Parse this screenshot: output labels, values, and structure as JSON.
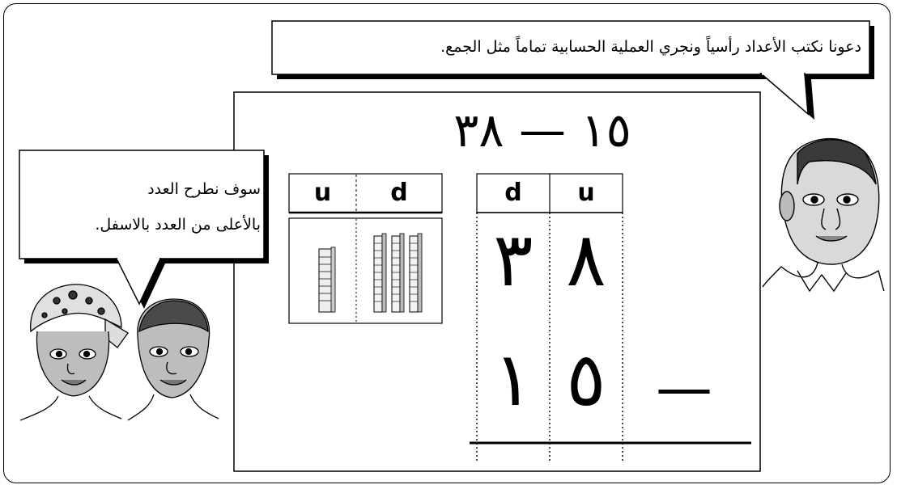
{
  "speech": {
    "teacher": "دعونا نكتب الأعداد رأسياً ونجري العملية الحسابية تماماً مثل الجمع.",
    "children_line1": "سوف نطرح العدد",
    "children_line2": "بالأعلى من العدد بالاسفل."
  },
  "equation": "١٥ — ٣٨",
  "blocks_table": {
    "headers": [
      "u",
      "d"
    ],
    "tens_rods": 3,
    "unit_cubes": 8
  },
  "column_table": {
    "headers": [
      "d",
      "u"
    ],
    "row1": [
      "٣",
      "٨"
    ],
    "row2": [
      "١",
      "٥"
    ],
    "operator": "—"
  },
  "icons": [
    "teacher-illustration",
    "girl-illustration",
    "boy-illustration"
  ]
}
